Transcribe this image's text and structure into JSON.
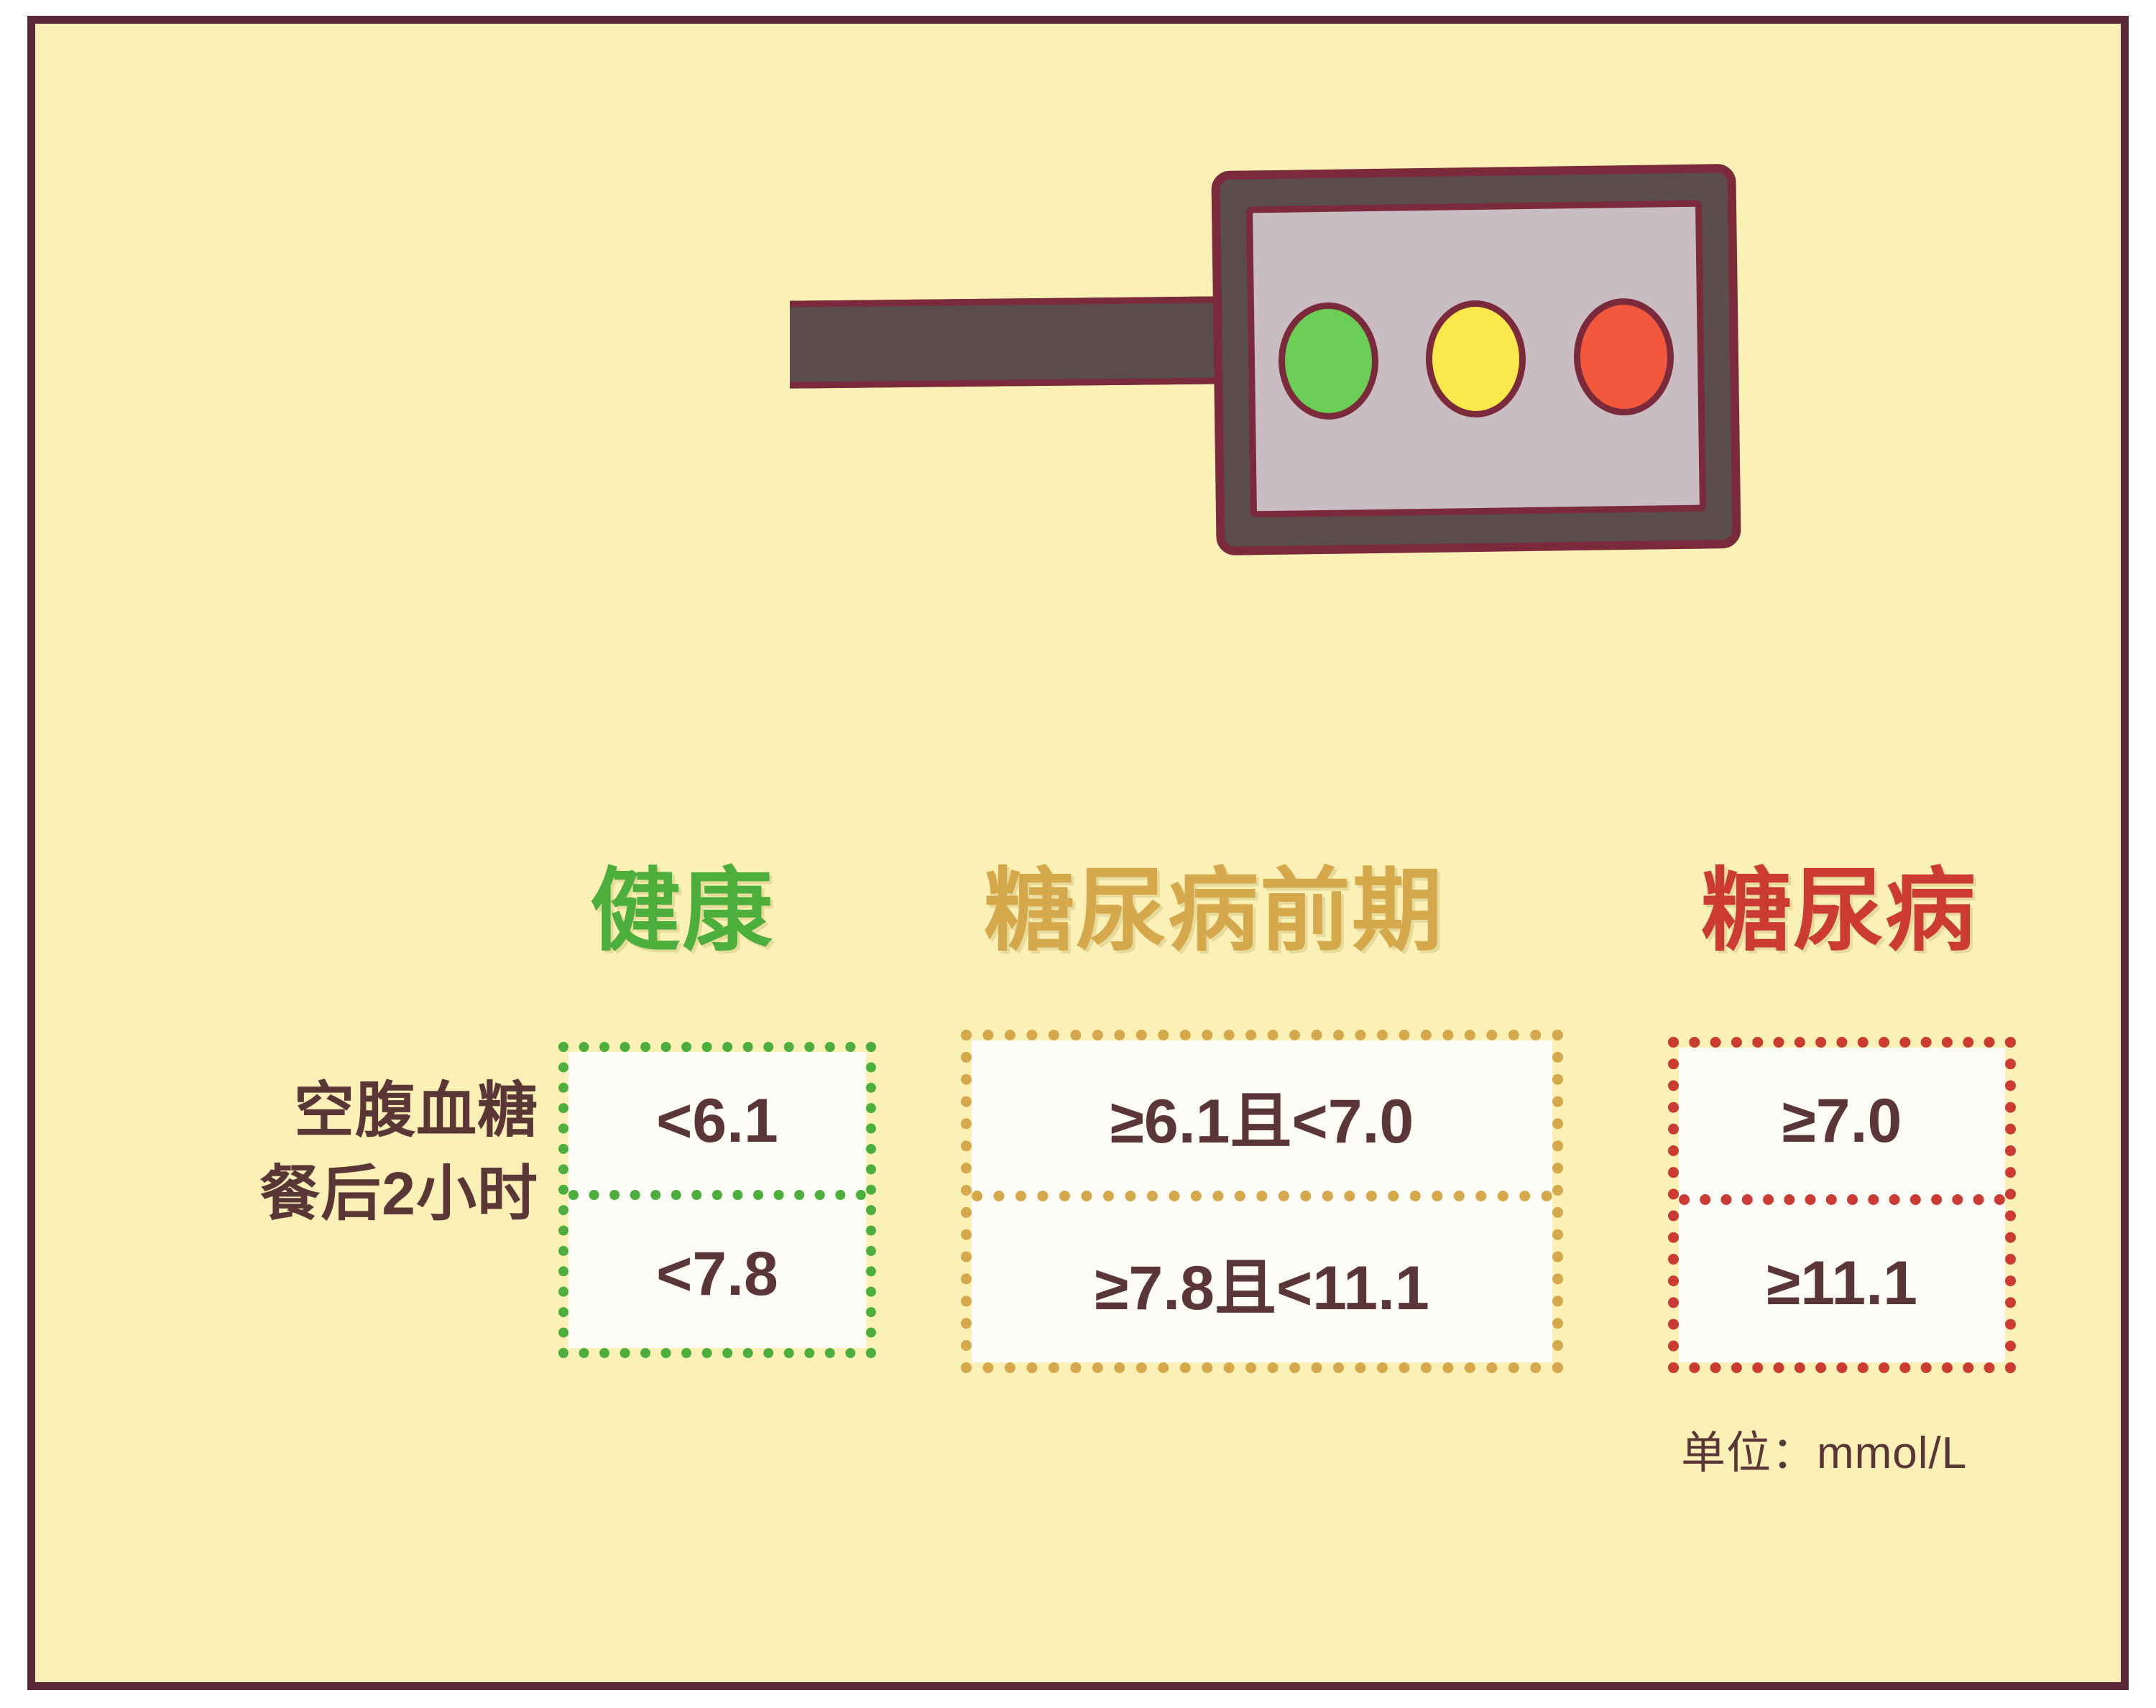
{
  "poster": {
    "background_color": "#fbf1b6",
    "border_color": "#5a2738"
  },
  "traffic_light": {
    "name": "traffic-light",
    "frame_color": "#5b4c4e",
    "outline_color": "#7a2a3a",
    "panel_color": "#c9bcc2",
    "lamps": [
      {
        "name": "green-lamp",
        "color": "#6bce57"
      },
      {
        "name": "yellow-lamp",
        "color": "#fbe94c"
      },
      {
        "name": "red-lamp",
        "color": "#f1583c"
      }
    ]
  },
  "chart_data": {
    "type": "table",
    "title": "",
    "unit_note": "单位：mmol/L",
    "row_header_label": "",
    "categories": [
      "健康",
      "糖尿病前期",
      "糖尿病"
    ],
    "category_colors": [
      "#4caf3c",
      "#d4a84b",
      "#cc3b33"
    ],
    "rows": [
      "空腹血糖",
      "餐后2小时"
    ],
    "cells": [
      [
        "<6.1",
        "≥6.1且<7.0",
        "≥7.0"
      ],
      [
        "<7.8",
        "≥7.8且<11.1",
        "≥11.1"
      ]
    ]
  },
  "table": {
    "headers": [
      {
        "label": "健康",
        "color": "#4caf3c"
      },
      {
        "label": "糖尿病前期",
        "color": "#d4a84b"
      },
      {
        "label": "糖尿病",
        "color": "#cc3b33"
      }
    ],
    "row_labels": [
      "空腹血糖",
      "餐后2小时"
    ],
    "healthy": {
      "fasting": "<6.1",
      "postprandial": "<7.8"
    },
    "prediabetes": {
      "fasting": "≥6.1且<7.0",
      "postprandial": "≥7.8且<11.1"
    },
    "diabetes": {
      "fasting": "≥7.0",
      "postprandial": "≥11.1"
    },
    "unit_note": "单位：mmol/L"
  }
}
